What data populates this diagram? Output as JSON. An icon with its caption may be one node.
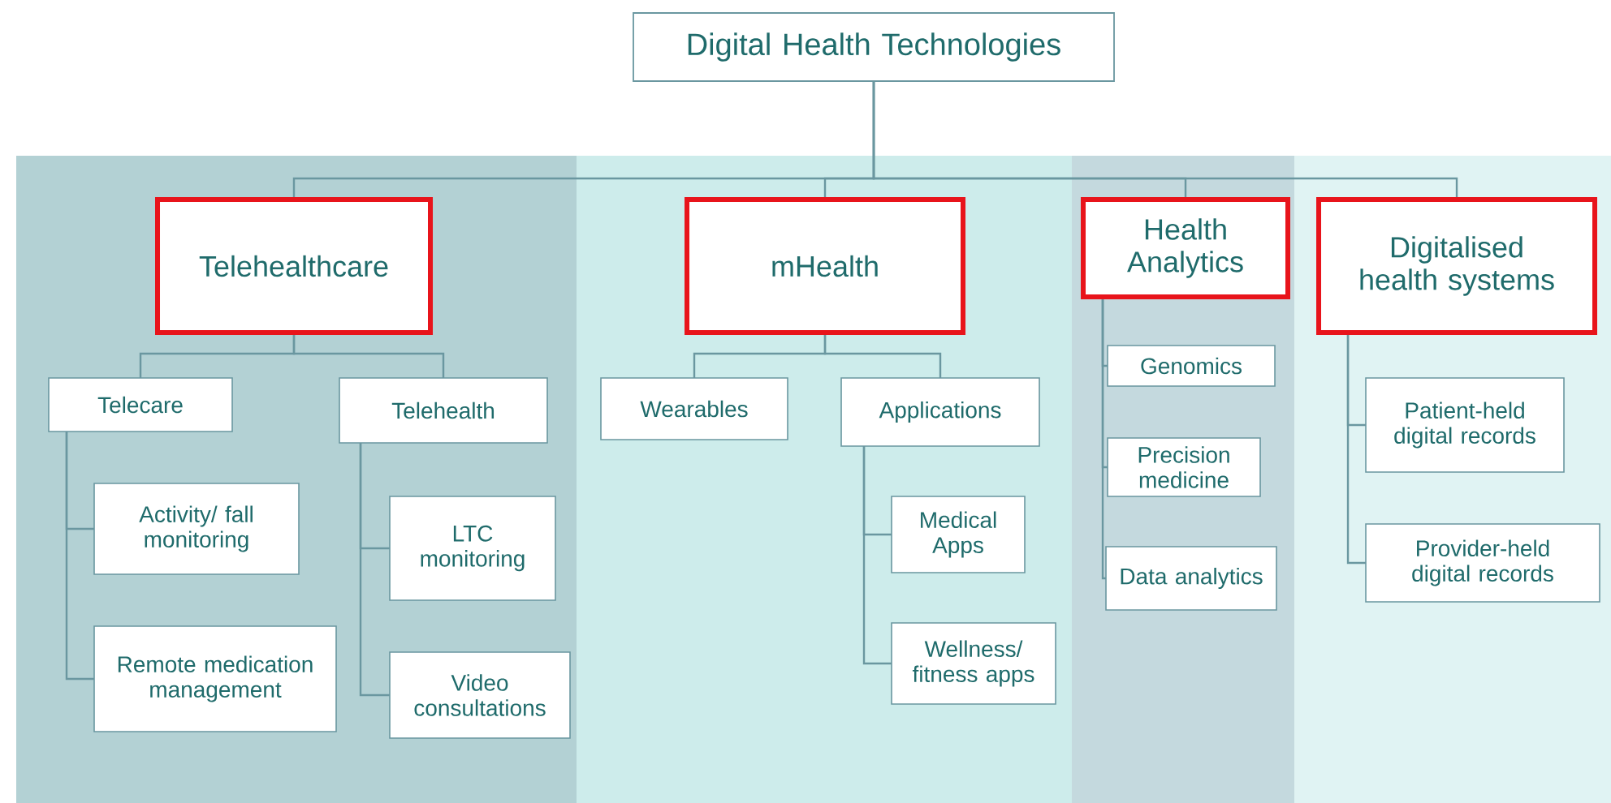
{
  "diagram": {
    "nodes": [
      {
        "text": [
          "Digital Health Technologies"
        ]
      },
      {
        "text": [
          "Telehealthcare"
        ]
      },
      {
        "text": [
          "Telecare"
        ]
      },
      {
        "text": [
          "Telehealth"
        ]
      },
      {
        "text": [
          "Activity/ fall monitoring"
        ]
      },
      {
        "text": [
          "Remote medication management"
        ]
      },
      {
        "text": [
          "LTC monitoring"
        ]
      },
      {
        "text": [
          "Video consultations"
        ]
      },
      {
        "text": [
          "mHealth"
        ]
      },
      {
        "text": [
          "Wearables"
        ]
      },
      {
        "text": [
          "Applications"
        ]
      },
      {
        "text": [
          "Medical Apps"
        ]
      },
      {
        "text": [
          "Wellness/ fitness apps"
        ]
      },
      {
        "text": [
          "Health Analytics"
        ]
      },
      {
        "text": [
          "Genomics"
        ]
      },
      {
        "text": [
          "Precision medicine"
        ]
      },
      {
        "text": [
          "Data analytics"
        ]
      },
      {
        "text": [
          "Digitalised health systems"
        ]
      },
      {
        "text": [
          "Patient-held digital records"
        ]
      },
      {
        "text": [
          "Provider-held digital records"
        ]
      }
    ],
    "edges": [
      {
        "from": 0,
        "to": 1,
        "arrow": "none"
      },
      {
        "from": 0,
        "to": 8,
        "arrow": "none"
      },
      {
        "from": 0,
        "to": 13,
        "arrow": "none"
      },
      {
        "from": 0,
        "to": 17,
        "arrow": "none"
      },
      {
        "from": 1,
        "to": 2,
        "arrow": "none"
      },
      {
        "from": 1,
        "to": 3,
        "arrow": "none"
      },
      {
        "from": 2,
        "to": 4,
        "arrow": "none"
      },
      {
        "from": 2,
        "to": 5,
        "arrow": "none"
      },
      {
        "from": 3,
        "to": 6,
        "arrow": "none"
      },
      {
        "from": 3,
        "to": 7,
        "arrow": "none"
      },
      {
        "from": 8,
        "to": 9,
        "arrow": "none"
      },
      {
        "from": 8,
        "to": 10,
        "arrow": "none"
      },
      {
        "from": 10,
        "to": 11,
        "arrow": "none"
      },
      {
        "from": 10,
        "to": 12,
        "arrow": "none"
      },
      {
        "from": 13,
        "to": 14,
        "arrow": "none"
      },
      {
        "from": 13,
        "to": 15,
        "arrow": "none"
      },
      {
        "from": 13,
        "to": 16,
        "arrow": "none"
      },
      {
        "from": 17,
        "to": 18,
        "arrow": "none"
      },
      {
        "from": 17,
        "to": 19,
        "arrow": "none"
      }
    ]
  }
}
